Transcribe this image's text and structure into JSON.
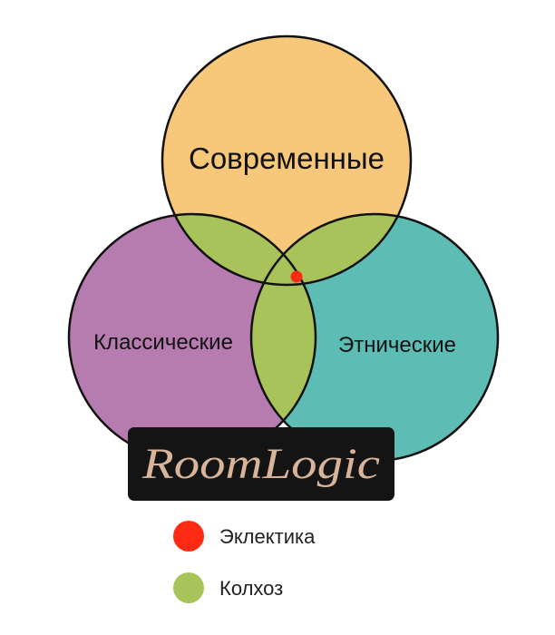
{
  "diagram": {
    "circles": [
      {
        "id": "modern",
        "label": "Современные",
        "color": "#f7c87a"
      },
      {
        "id": "classic",
        "label": "Классические",
        "color": "#b67caf"
      },
      {
        "id": "ethnic",
        "label": "Этнические",
        "color": "#5dbdb5"
      }
    ],
    "overlap_color": "#a8c35a",
    "center_dot_color": "#ff2a12"
  },
  "logo": {
    "text": "RoomLogic",
    "background": "#141414",
    "text_color": "#d8b49a"
  },
  "legend": [
    {
      "label": "Эклектика",
      "color": "#ff2a12"
    },
    {
      "label": "Колхоз",
      "color": "#a8c35a"
    }
  ]
}
